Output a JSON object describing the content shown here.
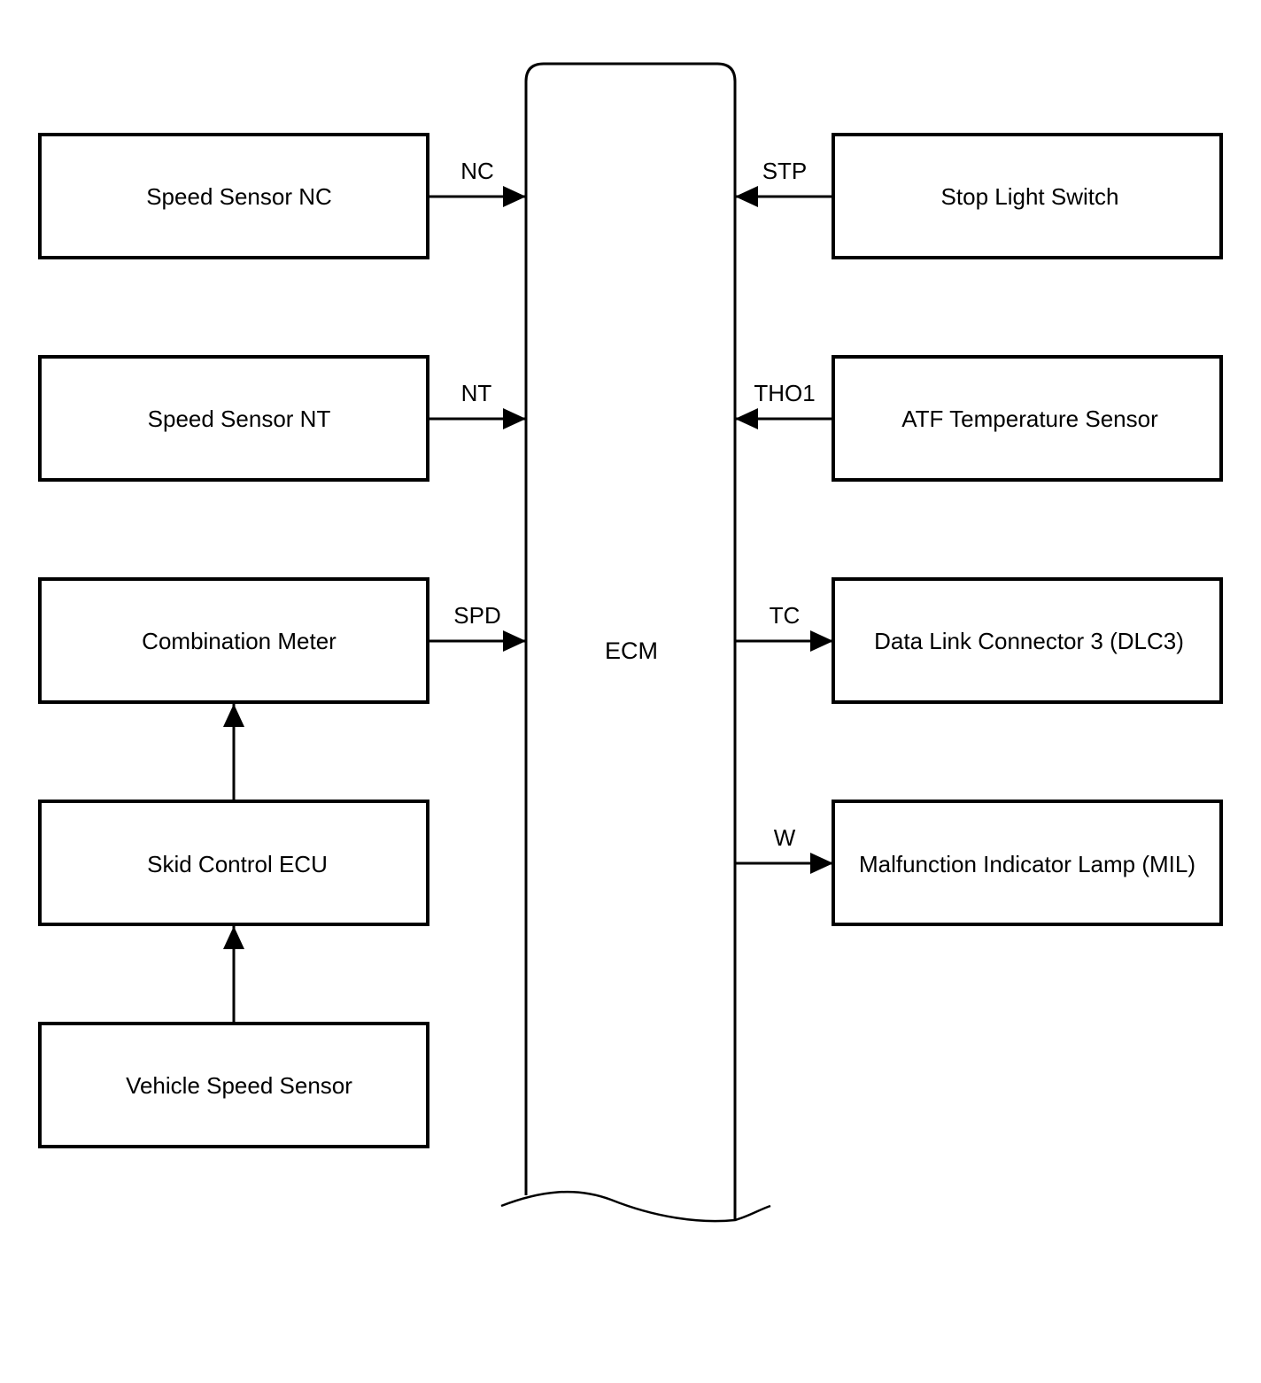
{
  "ecm": {
    "label": "ECM"
  },
  "left_components": [
    {
      "label": "Speed Sensor NC",
      "signal": "NC"
    },
    {
      "label": "Speed Sensor NT",
      "signal": "NT"
    },
    {
      "label": "Combination Meter",
      "signal": "SPD"
    },
    {
      "label": "Skid Control ECU"
    },
    {
      "label": "Vehicle Speed Sensor"
    }
  ],
  "right_components": [
    {
      "label": "Stop Light Switch",
      "signal": "STP",
      "direction": "input"
    },
    {
      "label": "ATF Temperature Sensor",
      "signal": "THO1",
      "direction": "input"
    },
    {
      "label": "Data Link Connector 3 (DLC3)",
      "signal": "TC",
      "direction": "output"
    },
    {
      "label": "Malfunction Indicator Lamp (MIL)",
      "signal": "W",
      "direction": "output"
    }
  ],
  "colors": {
    "stroke": "#000000",
    "background": "#ffffff"
  }
}
